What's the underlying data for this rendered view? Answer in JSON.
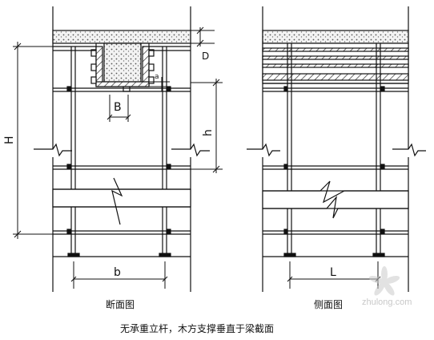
{
  "labels": {
    "H": "H",
    "D": "D",
    "a": "a",
    "B": "B",
    "h": "h",
    "b": "b",
    "L": "L"
  },
  "captions": {
    "left": "断面图",
    "right": "侧面图",
    "bottom": "无承重立杆，木方支撑垂直于梁截面"
  },
  "watermark": {
    "text": "zhulong.com"
  },
  "colors": {
    "line": "#111111",
    "hatch": "#555555",
    "slab_fill": "#eeeeee"
  }
}
